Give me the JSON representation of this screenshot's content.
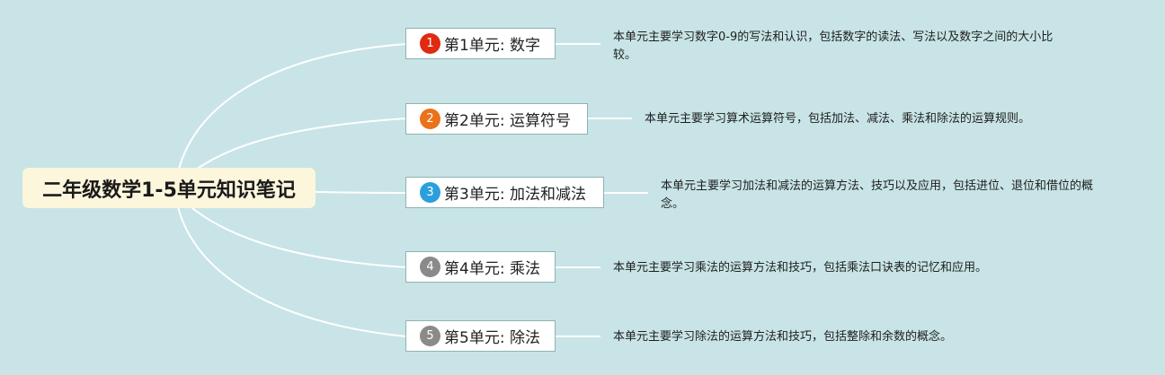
{
  "title": "二年级数学1-5单元知识笔记",
  "units": [
    {
      "badge": "1",
      "label": "第1单元: 数字",
      "color": "#e02b12",
      "desc": "本单元主要学习数字0-9的写法和认识，包括数字的读法、写法以及数字之间的大小比较。"
    },
    {
      "badge": "2",
      "label": "第2单元: 运算符号",
      "color": "#e9721a",
      "desc": "本单元主要学习算术运算符号，包括加法、减法、乘法和除法的运算规则。"
    },
    {
      "badge": "3",
      "label": "第3单元: 加法和减法",
      "color": "#2a9fde",
      "desc": "本单元主要学习加法和减法的运算方法、技巧以及应用，包括进位、退位和借位的概念。"
    },
    {
      "badge": "4",
      "label": "第4单元: 乘法",
      "color": "#8a8a8a",
      "desc": "本单元主要学习乘法的运算方法和技巧，包括乘法口诀表的记忆和应用。"
    },
    {
      "badge": "5",
      "label": "第5单元: 除法",
      "color": "#8a8a8a",
      "desc": "本单元主要学习除法的运算方法和技巧，包括整除和余数的概念。"
    }
  ]
}
